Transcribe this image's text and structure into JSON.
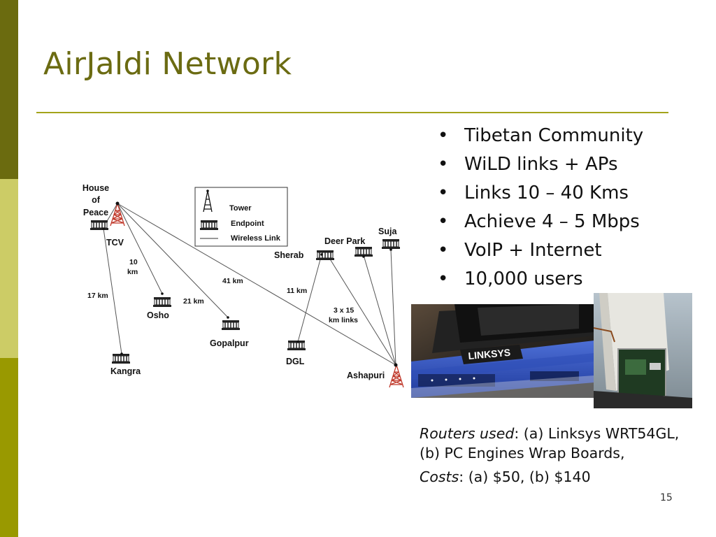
{
  "slide": {
    "title": "AirJaldi Network",
    "page_number": "15"
  },
  "bullets": [
    "Tibetan Community",
    "WiLD links + APs",
    "Links 10 – 40 Kms",
    "Achieve 4 – 5 Mbps",
    "VoIP + Internet",
    "10,000 users"
  ],
  "caption": {
    "routers_label": "Routers used",
    "routers_text": ": (a) Linksys WRT54GL, (b) PC Engines Wrap Boards,",
    "costs_label": "Costs",
    "costs_text": ": (a) $50, (b) $140"
  },
  "diagram": {
    "legend": {
      "tower": "Tower",
      "endpoint": "Endpoint",
      "wireless_link": "Wireless Link"
    },
    "nodes": {
      "house_of_peace_line1": "House",
      "house_of_peace_line2": "of",
      "house_of_peace_line3": "Peace",
      "tcv": "TCV",
      "osho": "Osho",
      "gopalpur": "Gopalpur",
      "kangra": "Kangra",
      "dgl": "DGL",
      "sherab": "Sherab",
      "deer_park": "Deer Park",
      "suja": "Suja",
      "ashapuri": "Ashapuri"
    },
    "links": {
      "l17": "17 km",
      "l10a": "10",
      "l10b": "km",
      "l21": "21 km",
      "l41": "41 km",
      "l11": "11 km",
      "l3x15a": "3 x 15",
      "l3x15b": "km links"
    }
  },
  "photos": {
    "router_brand": "LINKSYS"
  },
  "colors": {
    "title": "#6b6b12",
    "rule": "#a3a31a",
    "sidebar_dark": "#6b6b0f",
    "sidebar_light": "#cccc66",
    "sidebar_mid": "#999900",
    "tower": "#c0392b"
  }
}
